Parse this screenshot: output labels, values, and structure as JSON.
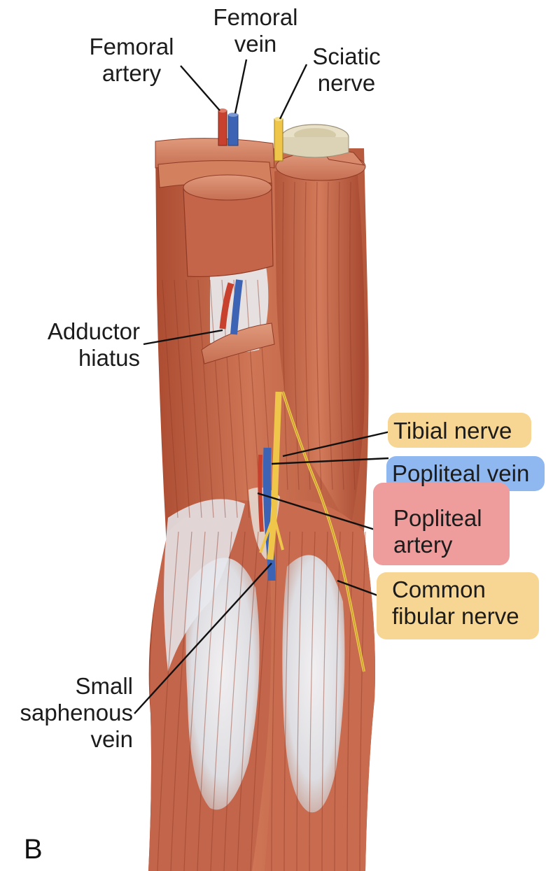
{
  "panel": "B",
  "labels": {
    "femoral_artery": [
      "Femoral",
      "artery"
    ],
    "femoral_vein": [
      "Femoral",
      "vein"
    ],
    "sciatic_nerve": [
      "Sciatic",
      "nerve"
    ],
    "adductor_hiatus": [
      "Adductor",
      "hiatus"
    ],
    "tibial_nerve": "Tibial nerve",
    "popliteal_vein": "Popliteal vein",
    "popliteal_artery": [
      "Popliteal",
      "artery"
    ],
    "common_fibular_nerve": [
      "Common",
      "fibular nerve"
    ],
    "small_saphenous_vein": [
      "Small",
      "saphenous",
      "vein"
    ]
  },
  "colors": {
    "muscle": "#c5674a",
    "muscle_dark": "#9c4430",
    "muscle_cut": "#d88c6c",
    "tendon": "#e4e8ee",
    "artery": "#c8402e",
    "vein": "#3c63b4",
    "nerve": "#efc64a",
    "highlight_yellow": "#f7d592",
    "highlight_blue": "#8fb8f1",
    "highlight_red": "#ef9d9c"
  }
}
